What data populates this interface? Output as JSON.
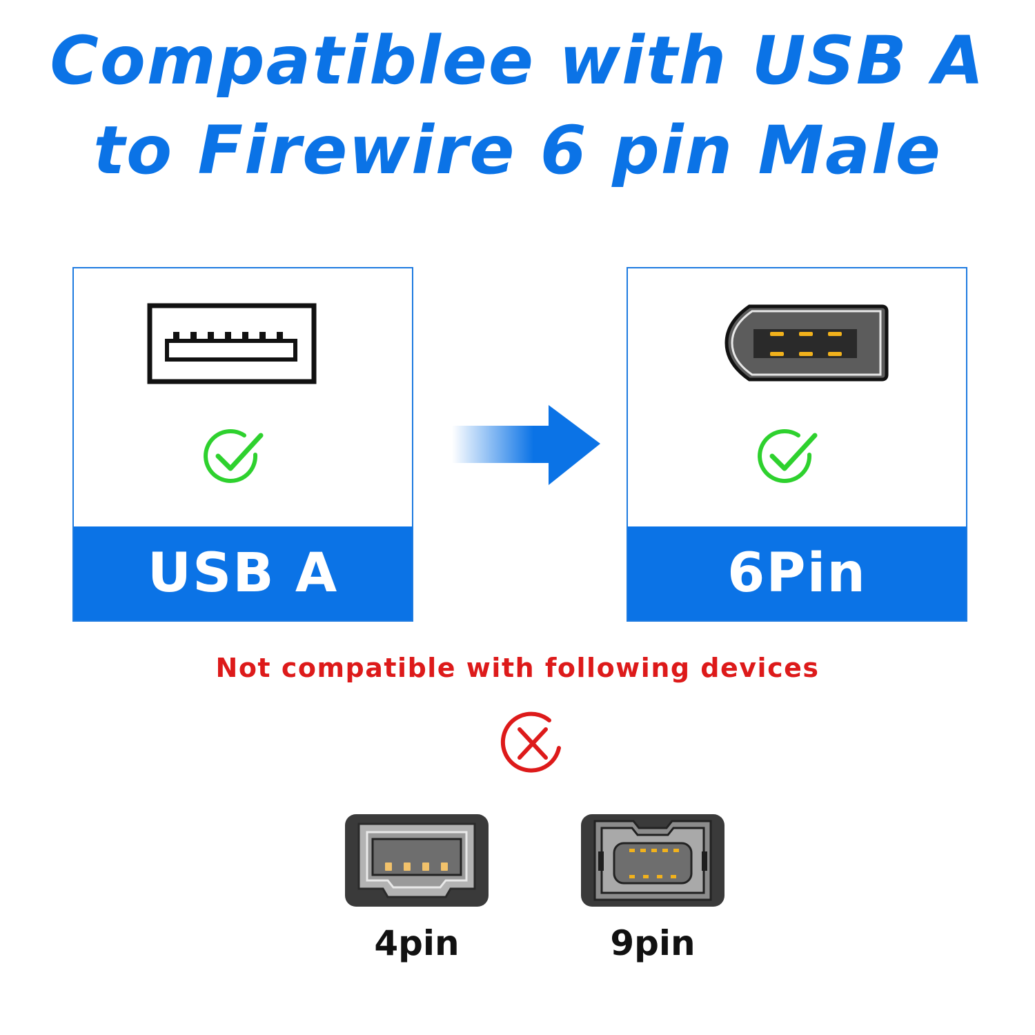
{
  "headline": {
    "line1": "Compatiblee with USB A",
    "line2": "to Firewire 6 pin Male"
  },
  "compatible": [
    {
      "label": "USB A",
      "icon": "usb-a-port-icon",
      "status_icon": "green-check-icon"
    },
    {
      "label": "6Pin",
      "icon": "firewire-6pin-port-icon",
      "status_icon": "green-check-icon"
    }
  ],
  "warning": "Not compatible with following devices",
  "incompatible": [
    {
      "label": "4pin",
      "icon": "firewire-4pin-port-icon"
    },
    {
      "label": "9pin",
      "icon": "firewire-9pin-port-icon"
    }
  ],
  "colors": {
    "brand_blue": "#0b73e6",
    "check_green": "#2ed12e",
    "warning_red": "#dd1a1a",
    "pin_gold": "#f2b21c"
  }
}
